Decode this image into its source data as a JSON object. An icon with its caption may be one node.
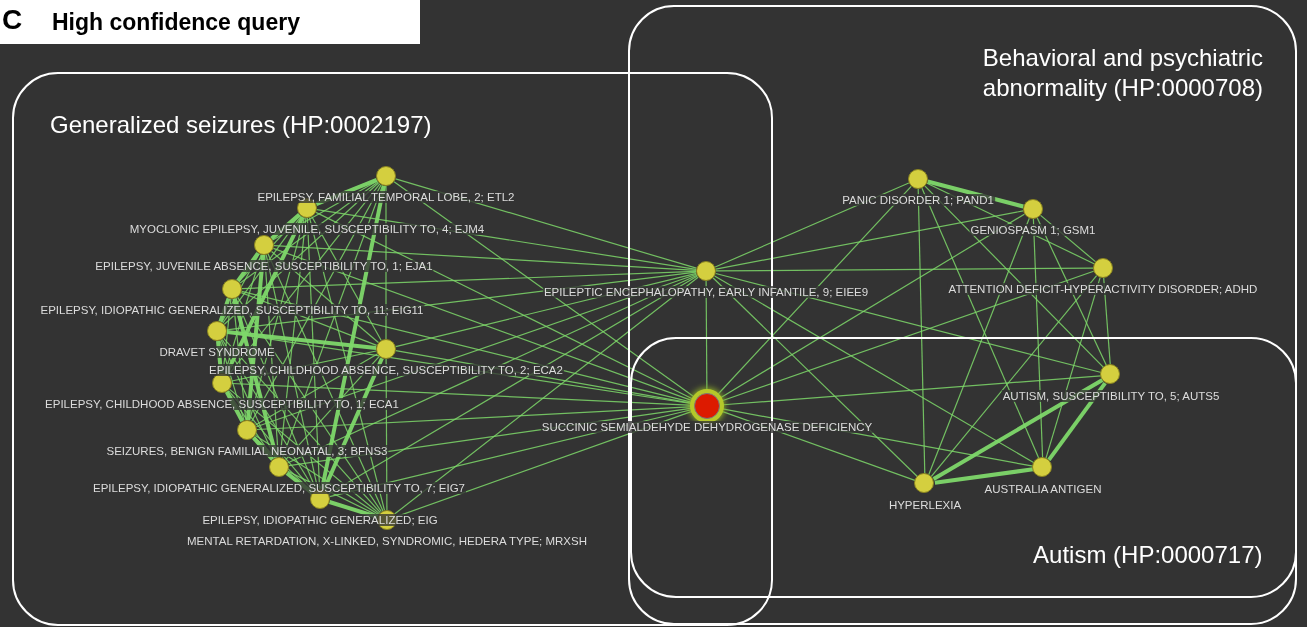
{
  "diagram": {
    "title": "High confidence query",
    "labels": [
      "C",
      "EPILEPSY, FAMILIAL TEMPORAL LOBE, 2; ETL2",
      "MYOCLONIC EPILEPSY, JUVENILE, SUSCEPTIBILITY TO, 4; EJM4",
      "EPILEPSY, CHILDHOOD ABSENCE, SUSCEPTIBILITY TO, 2; ECA2",
      "SEIZURES, BENIGN FAMILIAL NEONATAL, 3; BFNS3",
      "EPILEPSY, IDIOPATHIC GENERALIZED, SUSCEPTIBILITY TO, 7; EIG7",
      "EPILEPSY, IDIOPATHIC GENERALIZED; EIG"
    ],
    "nodes": [
      {
        "text": [
          "Generalized seizures (HP:0002197)"
        ]
      },
      {
        "text": [
          "Behavioral and psychiatric abnormality (HP:0000708)"
        ]
      },
      {
        "text": [
          "Autism (HP:0000717)"
        ],
        "in": 1
      },
      {
        "text": [],
        "shape": "circle",
        "in": 0
      },
      {
        "text": [],
        "shape": "circle",
        "in": 0
      },
      {
        "text": [],
        "shape": "circle",
        "in": 0,
        "beside": [
          "EPILEPSY, JUVENILE ABSENCE, SUSCEPTIBILITY TO, 1; EJA1"
        ]
      },
      {
        "text": [],
        "shape": "circle",
        "in": 0,
        "beside": [
          "EPILEPSY, IDIOPATHIC GENERALIZED, SUSCEPTIBILITY TO, 11; EIG11"
        ]
      },
      {
        "text": [],
        "shape": "circle",
        "in": 0,
        "beside": [
          "DRAVET SYNDROME"
        ]
      },
      {
        "text": [],
        "shape": "circle",
        "in": 0
      },
      {
        "text": [],
        "shape": "circle",
        "in": 0,
        "beside": [
          "EPILEPSY, CHILDHOOD ABSENCE, SUSCEPTIBILITY TO, 1; ECA1"
        ]
      },
      {
        "text": [],
        "shape": "circle",
        "in": 0
      },
      {
        "text": [],
        "shape": "circle",
        "in": 0
      },
      {
        "text": [],
        "shape": "circle",
        "in": 0
      },
      {
        "text": [],
        "shape": "circle",
        "in": 0,
        "beside": [
          "MENTAL RETARDATION, X-LINKED, SYNDROMIC, HEDERA TYPE; MRXSH"
        ]
      },
      {
        "text": [],
        "shape": "circle",
        "beside": [
          "EPILEPTIC ENCEPHALOPATHY, EARLY INFANTILE, 9; EIEE9"
        ]
      },
      {
        "text": [],
        "shape": "circle",
        "in": 1,
        "beside": [
          "PANIC DISORDER 1; PAND1"
        ]
      },
      {
        "text": [],
        "shape": "circle",
        "in": 1,
        "beside": [
          "GENIOSPASM 1; GSM1"
        ]
      },
      {
        "text": [],
        "shape": "circle",
        "in": 1,
        "beside": [
          "ATTENTION DEFICIT-HYPERACTIVITY DISORDER; ADHD"
        ]
      },
      {
        "text": [],
        "shape": "circle",
        "beside": [
          "SUCCINIC SEMIALDEHYDE DEHYDROGENASE DEFICIENCY"
        ]
      },
      {
        "text": [],
        "shape": "circle",
        "in": 2,
        "beside": [
          "AUTISM, SUSCEPTIBILITY TO, 5; AUTS5"
        ]
      },
      {
        "text": [],
        "shape": "circle",
        "in": 2,
        "beside": [
          "AUSTRALIA ANTIGEN"
        ]
      },
      {
        "text": [],
        "shape": "circle",
        "in": 2,
        "beside": [
          "HYPERLEXIA"
        ]
      }
    ],
    "edges": [
      {
        "from": 3,
        "to": 4,
        "arrow": "none",
        "style": "thick"
      },
      {
        "from": 3,
        "to": 5,
        "arrow": "none"
      },
      {
        "from": 3,
        "to": 6,
        "arrow": "none"
      },
      {
        "from": 3,
        "to": 7,
        "arrow": "none"
      },
      {
        "from": 3,
        "to": 8,
        "arrow": "none"
      },
      {
        "from": 3,
        "to": 9,
        "arrow": "none"
      },
      {
        "from": 3,
        "to": 10,
        "arrow": "none"
      },
      {
        "from": 3,
        "to": 11,
        "arrow": "none"
      },
      {
        "from": 3,
        "to": 12,
        "arrow": "none",
        "style": "thick"
      },
      {
        "from": 4,
        "to": 5,
        "arrow": "none",
        "style": "thick"
      },
      {
        "from": 4,
        "to": 6,
        "arrow": "none"
      },
      {
        "from": 4,
        "to": 7,
        "arrow": "none"
      },
      {
        "from": 4,
        "to": 8,
        "arrow": "none"
      },
      {
        "from": 4,
        "to": 9,
        "arrow": "none",
        "style": "thick"
      },
      {
        "from": 4,
        "to": 10,
        "arrow": "none"
      },
      {
        "from": 4,
        "to": 11,
        "arrow": "none"
      },
      {
        "from": 4,
        "to": 12,
        "arrow": "none"
      },
      {
        "from": 4,
        "to": 13,
        "arrow": "none"
      },
      {
        "from": 5,
        "to": 6,
        "arrow": "none",
        "style": "thick"
      },
      {
        "from": 5,
        "to": 7,
        "arrow": "none"
      },
      {
        "from": 5,
        "to": 8,
        "arrow": "none"
      },
      {
        "from": 5,
        "to": 9,
        "arrow": "none"
      },
      {
        "from": 5,
        "to": 10,
        "arrow": "none",
        "style": "thick"
      },
      {
        "from": 5,
        "to": 11,
        "arrow": "none"
      },
      {
        "from": 5,
        "to": 12,
        "arrow": "none"
      },
      {
        "from": 5,
        "to": 13,
        "arrow": "none"
      },
      {
        "from": 6,
        "to": 7,
        "arrow": "none",
        "style": "thick"
      },
      {
        "from": 6,
        "to": 8,
        "arrow": "none"
      },
      {
        "from": 6,
        "to": 9,
        "arrow": "none"
      },
      {
        "from": 6,
        "to": 10,
        "arrow": "none"
      },
      {
        "from": 6,
        "to": 11,
        "arrow": "none",
        "style": "thick"
      },
      {
        "from": 6,
        "to": 12,
        "arrow": "none"
      },
      {
        "from": 6,
        "to": 13,
        "arrow": "none"
      },
      {
        "from": 7,
        "to": 8,
        "arrow": "none",
        "style": "thick"
      },
      {
        "from": 7,
        "to": 9,
        "arrow": "none",
        "style": "thick"
      },
      {
        "from": 7,
        "to": 10,
        "arrow": "none"
      },
      {
        "from": 7,
        "to": 11,
        "arrow": "none"
      },
      {
        "from": 7,
        "to": 12,
        "arrow": "none"
      },
      {
        "from": 7,
        "to": 13,
        "arrow": "none"
      },
      {
        "from": 8,
        "to": 9,
        "arrow": "none"
      },
      {
        "from": 8,
        "to": 10,
        "arrow": "none"
      },
      {
        "from": 8,
        "to": 11,
        "arrow": "none"
      },
      {
        "from": 8,
        "to": 12,
        "arrow": "none",
        "style": "thick"
      },
      {
        "from": 8,
        "to": 13,
        "arrow": "none"
      },
      {
        "from": 9,
        "to": 10,
        "arrow": "none",
        "style": "thick"
      },
      {
        "from": 9,
        "to": 11,
        "arrow": "none"
      },
      {
        "from": 9,
        "to": 12,
        "arrow": "none"
      },
      {
        "from": 9,
        "to": 13,
        "arrow": "none"
      },
      {
        "from": 10,
        "to": 11,
        "arrow": "none",
        "style": "thick"
      },
      {
        "from": 10,
        "to": 12,
        "arrow": "none"
      },
      {
        "from": 10,
        "to": 13,
        "arrow": "none"
      },
      {
        "from": 11,
        "to": 12,
        "arrow": "none",
        "style": "thick"
      },
      {
        "from": 11,
        "to": 13,
        "arrow": "none"
      },
      {
        "from": 12,
        "to": 13,
        "arrow": "none",
        "style": "thick"
      },
      {
        "from": 3,
        "to": 14,
        "arrow": "none"
      },
      {
        "from": 4,
        "to": 14,
        "arrow": "none"
      },
      {
        "from": 5,
        "to": 14,
        "arrow": "none"
      },
      {
        "from": 6,
        "to": 14,
        "arrow": "none"
      },
      {
        "from": 7,
        "to": 14,
        "arrow": "none"
      },
      {
        "from": 8,
        "to": 14,
        "arrow": "none"
      },
      {
        "from": 10,
        "to": 14,
        "arrow": "none"
      },
      {
        "from": 11,
        "to": 14,
        "arrow": "none"
      },
      {
        "from": 12,
        "to": 14,
        "arrow": "none"
      },
      {
        "from": 13,
        "to": 14,
        "arrow": "none"
      },
      {
        "from": 3,
        "to": 18,
        "arrow": "none"
      },
      {
        "from": 4,
        "to": 18,
        "arrow": "none"
      },
      {
        "from": 5,
        "to": 18,
        "arrow": "none"
      },
      {
        "from": 6,
        "to": 18,
        "arrow": "none"
      },
      {
        "from": 7,
        "to": 18,
        "arrow": "none"
      },
      {
        "from": 8,
        "to": 18,
        "arrow": "none"
      },
      {
        "from": 9,
        "to": 18,
        "arrow": "none"
      },
      {
        "from": 10,
        "to": 18,
        "arrow": "none"
      },
      {
        "from": 11,
        "to": 18,
        "arrow": "none"
      },
      {
        "from": 12,
        "to": 18,
        "arrow": "none"
      },
      {
        "from": 13,
        "to": 18,
        "arrow": "none"
      },
      {
        "from": 14,
        "to": 18,
        "arrow": "none"
      },
      {
        "from": 14,
        "to": 15,
        "arrow": "none"
      },
      {
        "from": 14,
        "to": 16,
        "arrow": "none"
      },
      {
        "from": 14,
        "to": 17,
        "arrow": "none"
      },
      {
        "from": 14,
        "to": 19,
        "arrow": "none"
      },
      {
        "from": 14,
        "to": 20,
        "arrow": "none"
      },
      {
        "from": 14,
        "to": 21,
        "arrow": "none"
      },
      {
        "from": 18,
        "to": 15,
        "arrow": "none"
      },
      {
        "from": 18,
        "to": 16,
        "arrow": "none"
      },
      {
        "from": 18,
        "to": 17,
        "arrow": "none"
      },
      {
        "from": 18,
        "to": 19,
        "arrow": "none"
      },
      {
        "from": 18,
        "to": 20,
        "arrow": "none"
      },
      {
        "from": 18,
        "to": 21,
        "arrow": "none"
      },
      {
        "from": 15,
        "to": 16,
        "arrow": "none",
        "style": "thick"
      },
      {
        "from": 15,
        "to": 17,
        "arrow": "none"
      },
      {
        "from": 15,
        "to": 19,
        "arrow": "none"
      },
      {
        "from": 15,
        "to": 20,
        "arrow": "none"
      },
      {
        "from": 15,
        "to": 21,
        "arrow": "none"
      },
      {
        "from": 16,
        "to": 17,
        "arrow": "none"
      },
      {
        "from": 16,
        "to": 19,
        "arrow": "none"
      },
      {
        "from": 16,
        "to": 20,
        "arrow": "none"
      },
      {
        "from": 16,
        "to": 21,
        "arrow": "none"
      },
      {
        "from": 17,
        "to": 19,
        "arrow": "none"
      },
      {
        "from": 17,
        "to": 20,
        "arrow": "none"
      },
      {
        "from": 17,
        "to": 21,
        "arrow": "none"
      },
      {
        "from": 19,
        "to": 20,
        "arrow": "none",
        "style": "thick"
      },
      {
        "from": 19,
        "to": 21,
        "arrow": "none",
        "style": "thick"
      },
      {
        "from": 20,
        "to": 21,
        "arrow": "none",
        "style": "thick"
      }
    ]
  }
}
